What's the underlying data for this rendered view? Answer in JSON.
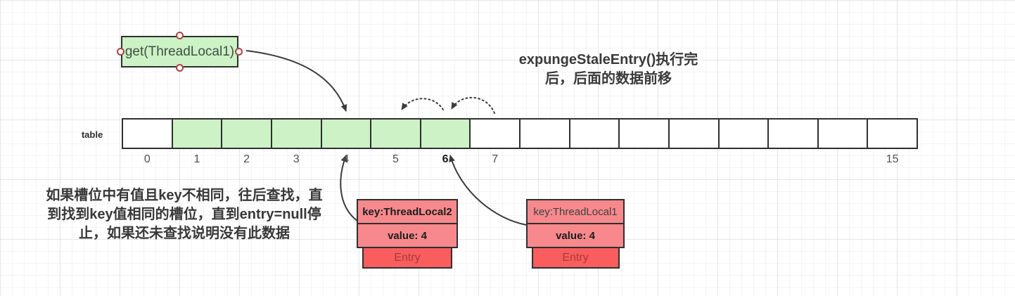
{
  "get_box": {
    "label": "get(ThreadLocal1)"
  },
  "title": {
    "lines": [
      "expungeStaleEntry()执行完",
      "后，后面的数据前移"
    ]
  },
  "note": {
    "lines": [
      "如果槽位中有值且key不相同，往后查找，直",
      "到找到key值相同的槽位，直到entry=null停",
      "止，如果还未查找说明没有此数据"
    ]
  },
  "table": {
    "label": "table",
    "cells": [
      {
        "label": "0",
        "filled": false,
        "bold": false
      },
      {
        "label": "1",
        "filled": true,
        "bold": false
      },
      {
        "label": "2",
        "filled": true,
        "bold": false
      },
      {
        "label": "3",
        "filled": true,
        "bold": false
      },
      {
        "label": "4",
        "filled": true,
        "bold": false
      },
      {
        "label": "5",
        "filled": true,
        "bold": false
      },
      {
        "label": "6",
        "filled": true,
        "bold": true
      },
      {
        "label": "7",
        "filled": false,
        "bold": false
      },
      {
        "label": "",
        "filled": false,
        "bold": false
      },
      {
        "label": "",
        "filled": false,
        "bold": false
      },
      {
        "label": "",
        "filled": false,
        "bold": false
      },
      {
        "label": "",
        "filled": false,
        "bold": false
      },
      {
        "label": "",
        "filled": false,
        "bold": false
      },
      {
        "label": "",
        "filled": false,
        "bold": false
      },
      {
        "label": "",
        "filled": false,
        "bold": false
      },
      {
        "label": "15",
        "filled": false,
        "bold": false
      }
    ]
  },
  "entries": [
    {
      "key": "key:ThreadLocal2",
      "value": "value: 4",
      "type": "Entry",
      "key_bold": true
    },
    {
      "key": "key:ThreadLocal1",
      "value": "value: 4",
      "type": "Entry",
      "key_bold": false
    }
  ],
  "colors": {
    "cell_green": "#ccf2c6",
    "entry_pink": "#f7898c",
    "entry_red": "#f95d5d",
    "stroke": "#2f2f2f",
    "arrow": "#3b3b3b",
    "handle_ring": "#a94442"
  }
}
